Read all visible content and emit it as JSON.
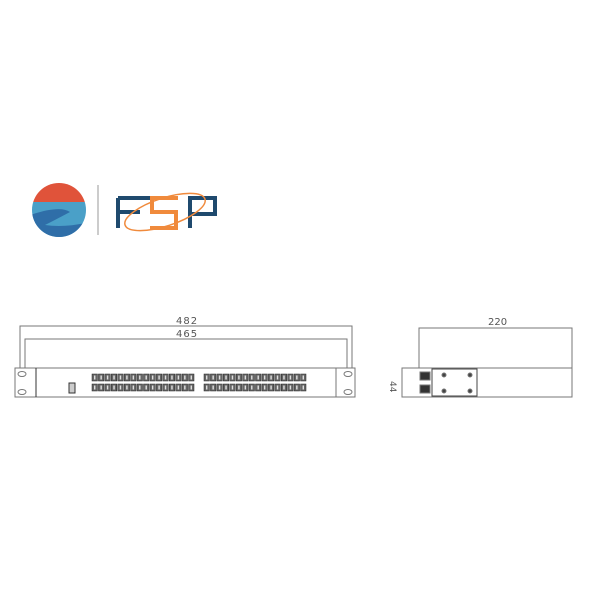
{
  "logo": {
    "text": "FSP",
    "colors": {
      "red": "#e0533a",
      "blue": "#2f6ea8",
      "lightblue": "#4aa0c8",
      "dark": "#1f4a6e",
      "orange": "#f08a3c"
    }
  },
  "front_view": {
    "dim_outer": "482",
    "dim_inner": "465",
    "port_blocks": 2,
    "ports_per_row": 16,
    "rows": 2
  },
  "side_view": {
    "dim_depth": "220",
    "dim_height": "44"
  }
}
